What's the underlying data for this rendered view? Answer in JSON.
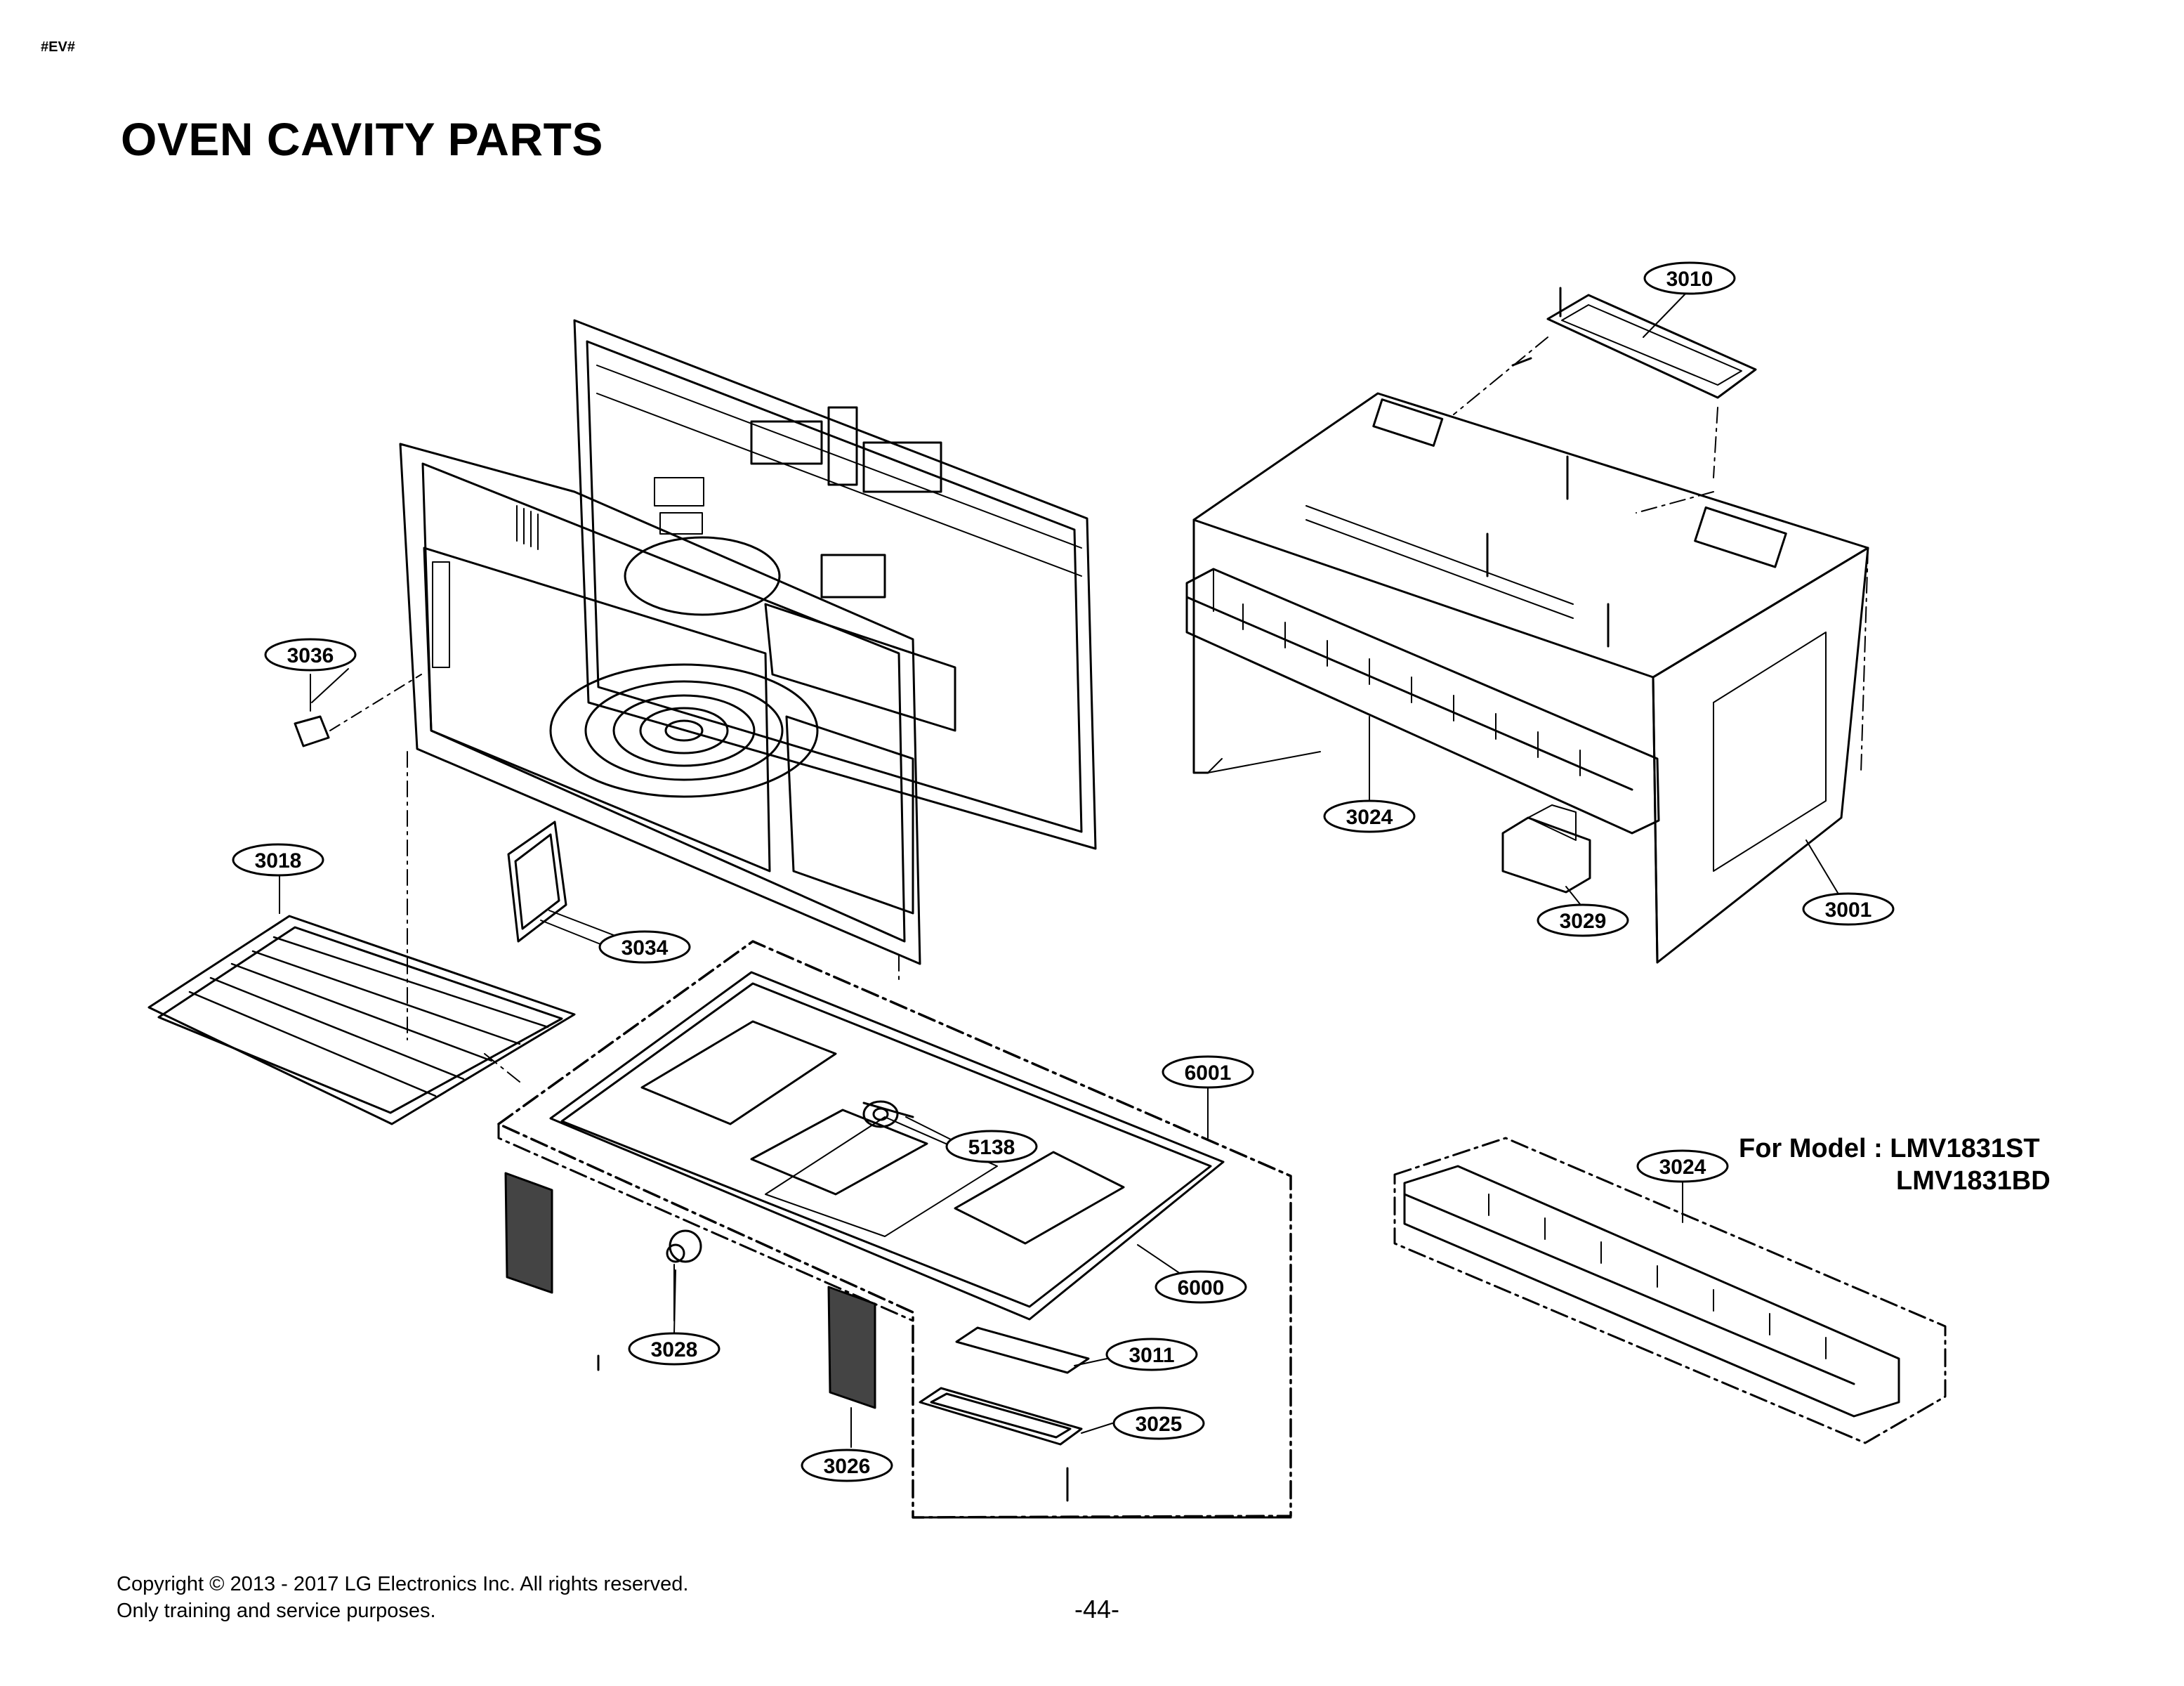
{
  "header": {
    "tag": "#EV#",
    "title": "OVEN CAVITY PARTS"
  },
  "callouts": [
    {
      "id": "3010",
      "label": "3010"
    },
    {
      "id": "3036",
      "label": "3036"
    },
    {
      "id": "3018",
      "label": "3018"
    },
    {
      "id": "3034",
      "label": "3034"
    },
    {
      "id": "3024a",
      "label": "3024"
    },
    {
      "id": "3029",
      "label": "3029"
    },
    {
      "id": "3001",
      "label": "3001"
    },
    {
      "id": "6001",
      "label": "6001"
    },
    {
      "id": "5138",
      "label": "5138"
    },
    {
      "id": "6000",
      "label": "6000"
    },
    {
      "id": "3024b",
      "label": "3024"
    },
    {
      "id": "3028",
      "label": "3028"
    },
    {
      "id": "3011",
      "label": "3011"
    },
    {
      "id": "3025",
      "label": "3025"
    },
    {
      "id": "3026",
      "label": "3026"
    }
  ],
  "model_note": {
    "prefix": "For Model : LMV1831ST",
    "second": "LMV1831BD"
  },
  "footer": {
    "copyright_line1": "Copyright © 2013 - 2017 LG Electronics Inc. All rights reserved.",
    "copyright_line2": "Only training and service purposes.",
    "page_number": "-44-"
  }
}
